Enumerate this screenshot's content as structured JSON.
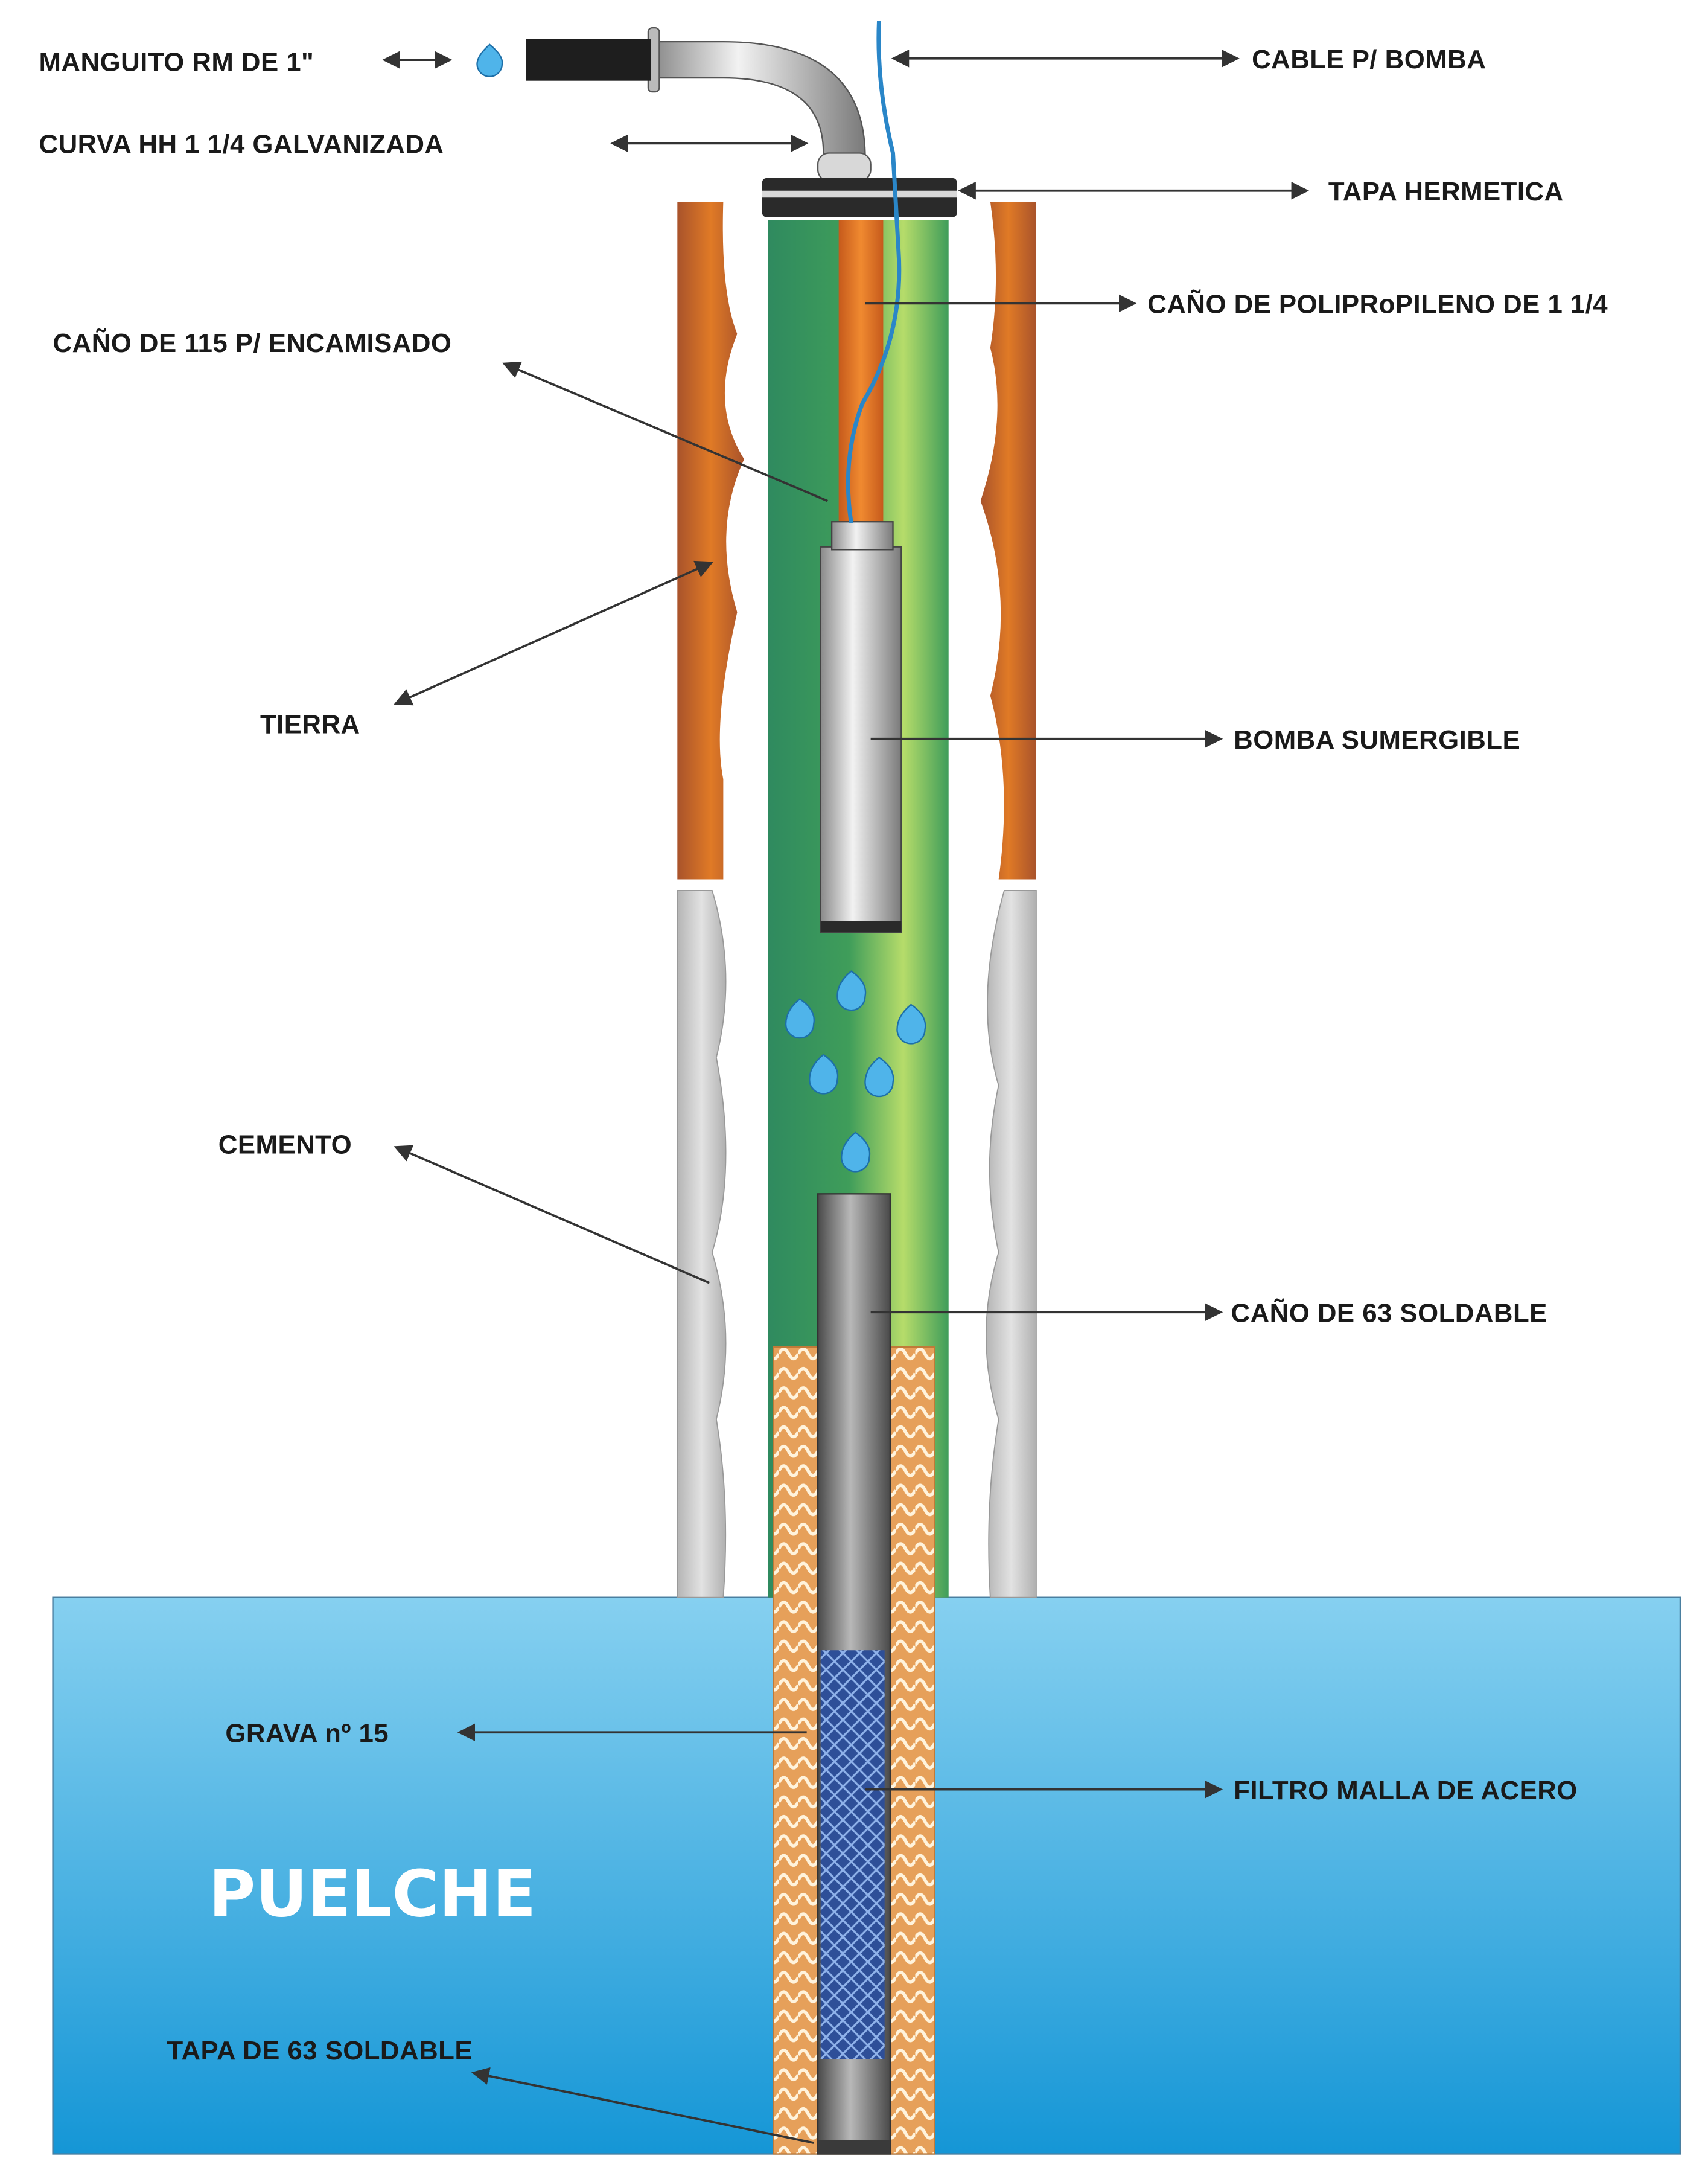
{
  "diagram": {
    "labels": {
      "manguito": "MANGUITO RM DE 1\"",
      "curva": "CURVA HH 1 1/4 GALVANIZADA",
      "cable": "CABLE P/ BOMBA",
      "tapa_hermetica": "TAPA HERMETICA",
      "cano_polipropileno": "CAÑO DE POLIPRoPILENO DE 1 1/4",
      "cano_115": "CAÑO DE 115 P/ ENCAMISADO",
      "tierra": "TIERRA",
      "bomba": "BOMBA SUMERGIBLE",
      "cemento": "CEMENTO",
      "cano_63": "CAÑO DE 63 SOLDABLE",
      "grava": "GRAVA nº 15",
      "filtro": "FILTRO MALLA DE ACERO",
      "tapa_63": "TAPA DE 63 SOLDABLE",
      "aquifer": "PUELCHE"
    },
    "colors": {
      "water_top": "#86d0f0",
      "water_bottom": "#1596d6",
      "earth": "#b2582c",
      "earth_highlight": "#e07a26",
      "cement": "#c9c9c9",
      "casing_dark": "#2f8a5f",
      "casing_light": "#b6dc6a",
      "cable": "#2a86c8",
      "gravel": "#e6a05a",
      "filter": "#3a5fa8"
    }
  }
}
